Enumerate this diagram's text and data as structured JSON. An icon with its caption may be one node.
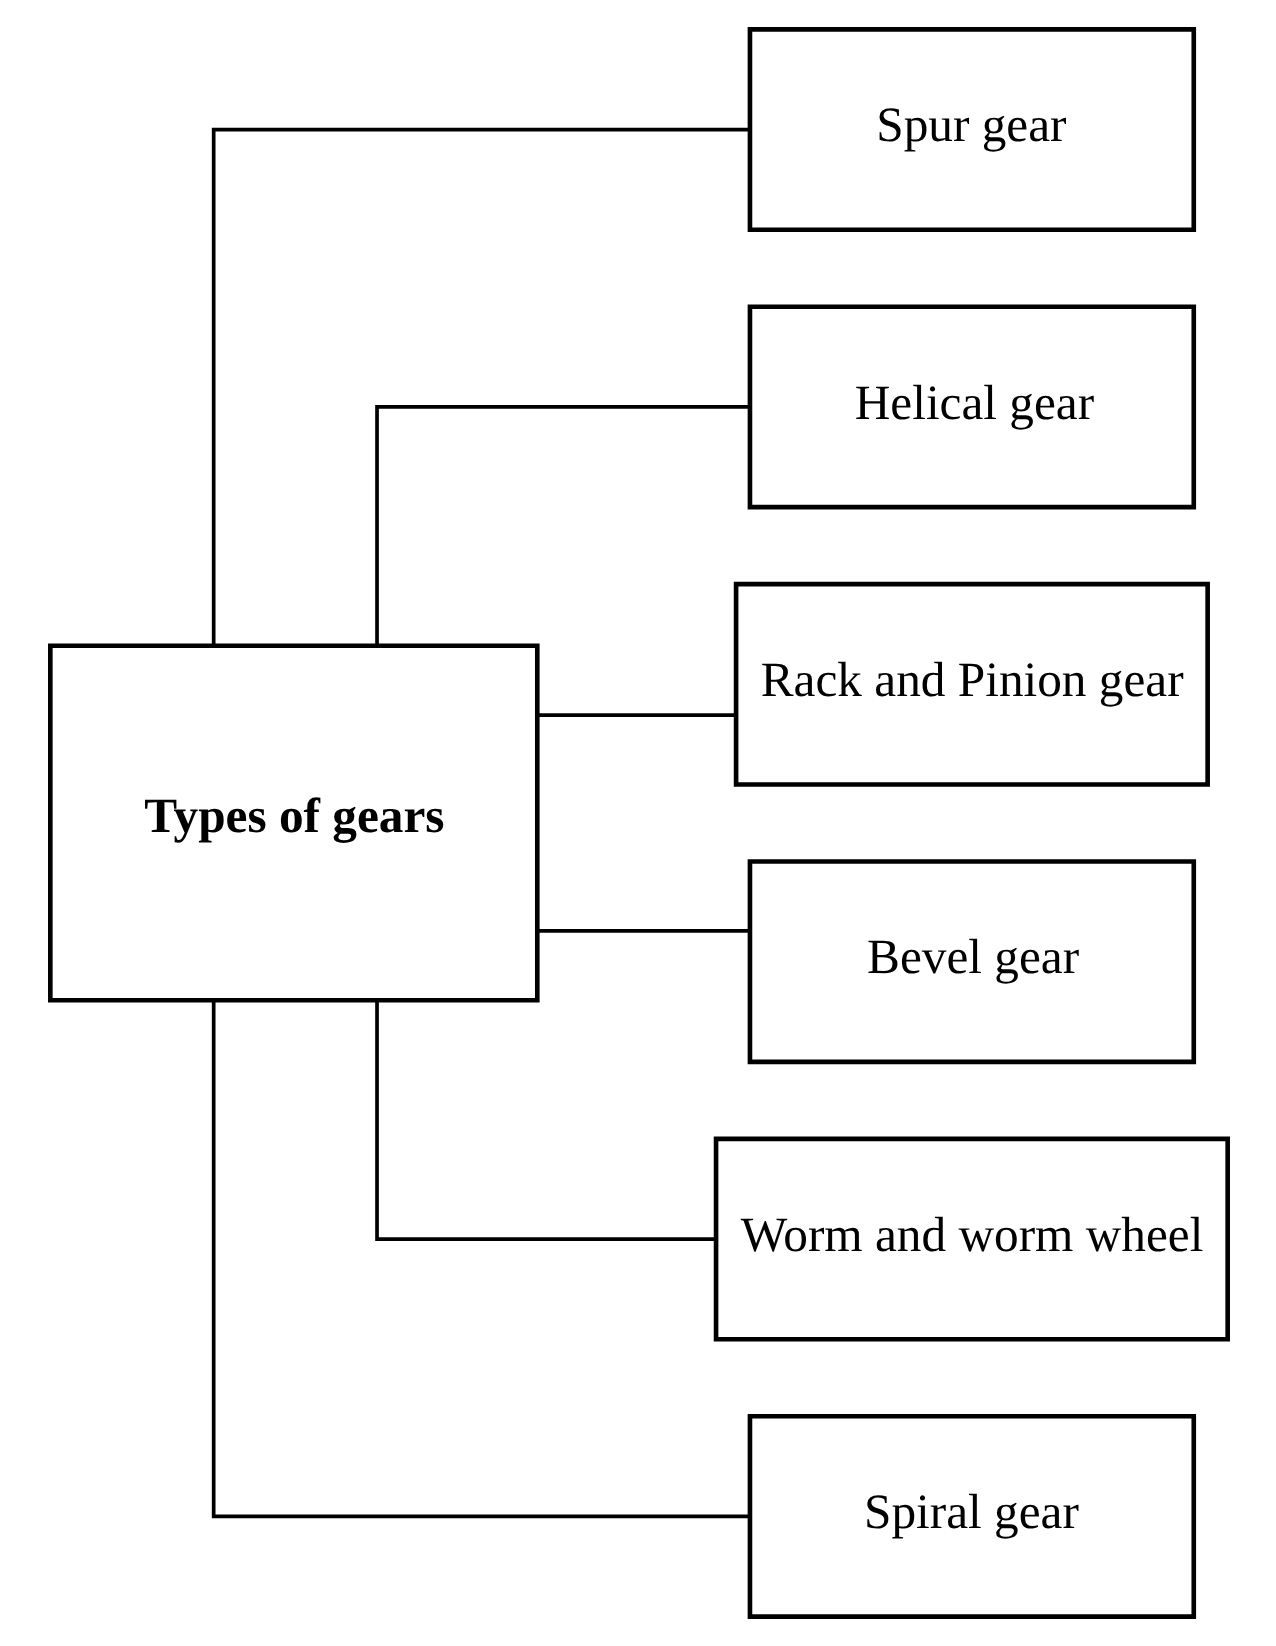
{
  "diagram": {
    "nodes": [
      {
        "text": [
          "Types of gears"
        ]
      },
      {
        "text": [
          "Spur gear"
        ]
      },
      {
        "text": [
          "Helical gear"
        ]
      },
      {
        "text": [
          "Rack and Pinion gear"
        ]
      },
      {
        "text": [
          "Bevel gear"
        ]
      },
      {
        "text": [
          "Worm and worm wheel"
        ]
      },
      {
        "text": [
          "Spiral gear"
        ]
      }
    ],
    "edges": [
      {
        "from": 0,
        "to": 1,
        "arrow": "none"
      },
      {
        "from": 0,
        "to": 2,
        "arrow": "none"
      },
      {
        "from": 0,
        "to": 3,
        "arrow": "none"
      },
      {
        "from": 0,
        "to": 4,
        "arrow": "none"
      },
      {
        "from": 0,
        "to": 5,
        "arrow": "none"
      },
      {
        "from": 0,
        "to": 6,
        "arrow": "none"
      }
    ]
  }
}
